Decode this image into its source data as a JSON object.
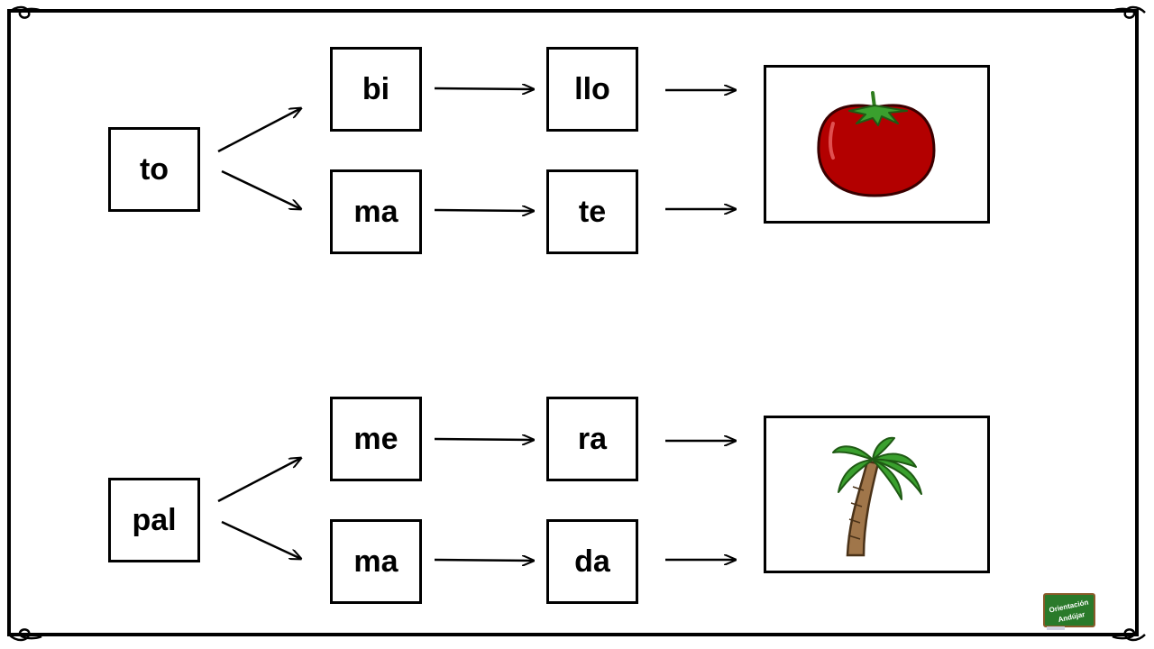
{
  "group_tomato": {
    "root": "to",
    "branch_top": {
      "first": "bi",
      "second": "llo"
    },
    "branch_bottom": {
      "first": "ma",
      "second": "te"
    },
    "picture": "tomato-icon"
  },
  "group_palm": {
    "root": "pal",
    "branch_top": {
      "first": "me",
      "second": "ra"
    },
    "branch_bottom": {
      "first": "ma",
      "second": "da"
    },
    "picture": "palm-tree-icon"
  },
  "logo": {
    "line1": "Orientación",
    "line2": "Andújar"
  },
  "colors": {
    "tomato": "#b30000",
    "leaf": "#3aa02e",
    "trunk": "#a0764a",
    "logo_board": "#2a7a2a"
  }
}
